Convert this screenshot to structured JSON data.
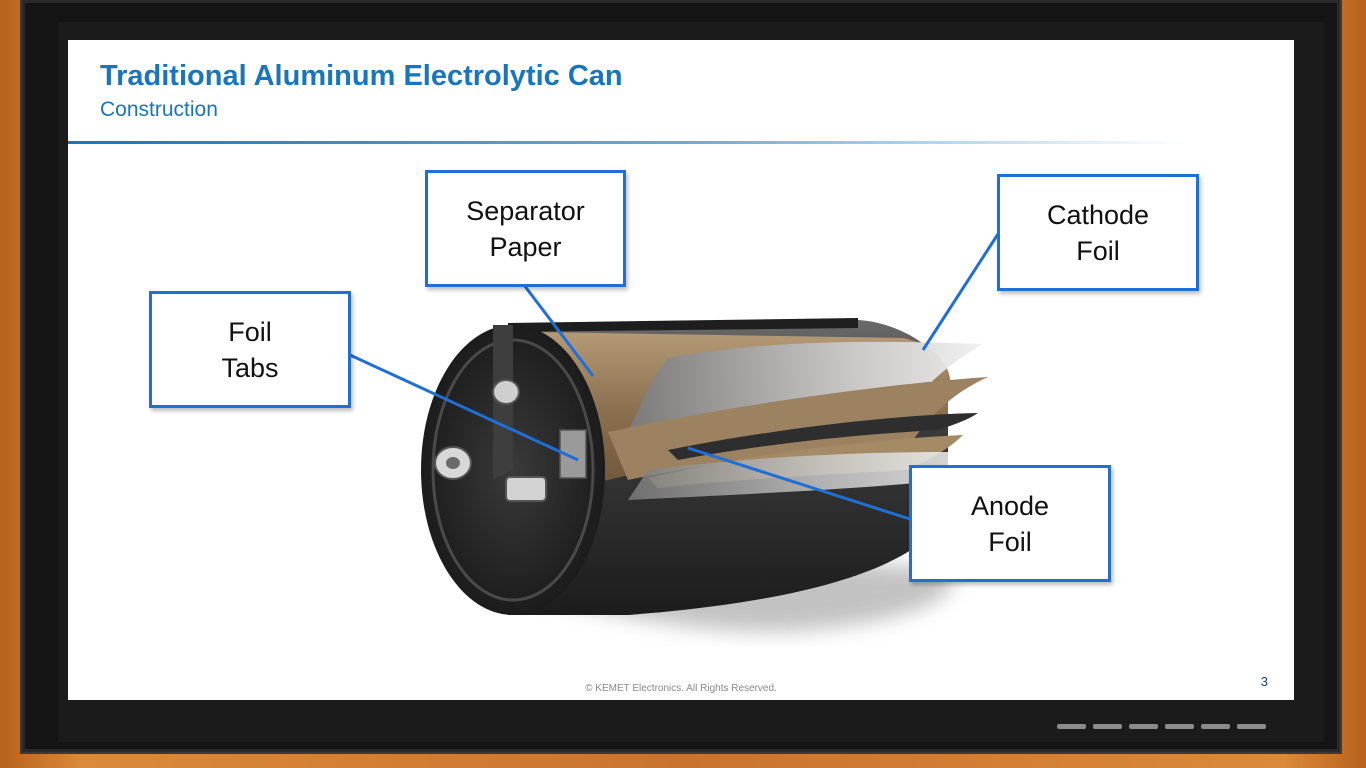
{
  "slide": {
    "title": "Traditional Aluminum Electrolytic Can",
    "subtitle": "Construction",
    "footer": "© KEMET Electronics. All Rights Reserved.",
    "page_number": "3"
  },
  "callouts": {
    "separator_paper": "Separator\nPaper",
    "cathode_foil": "Cathode\nFoil",
    "foil_tabs": "Foil\nTabs",
    "anode_foil": "Anode\nFoil"
  },
  "colors": {
    "title_blue": "#1a75bb",
    "callout_border": "#1f6fd6",
    "frame_wood": "#c87430",
    "frame_black": "#141414"
  }
}
